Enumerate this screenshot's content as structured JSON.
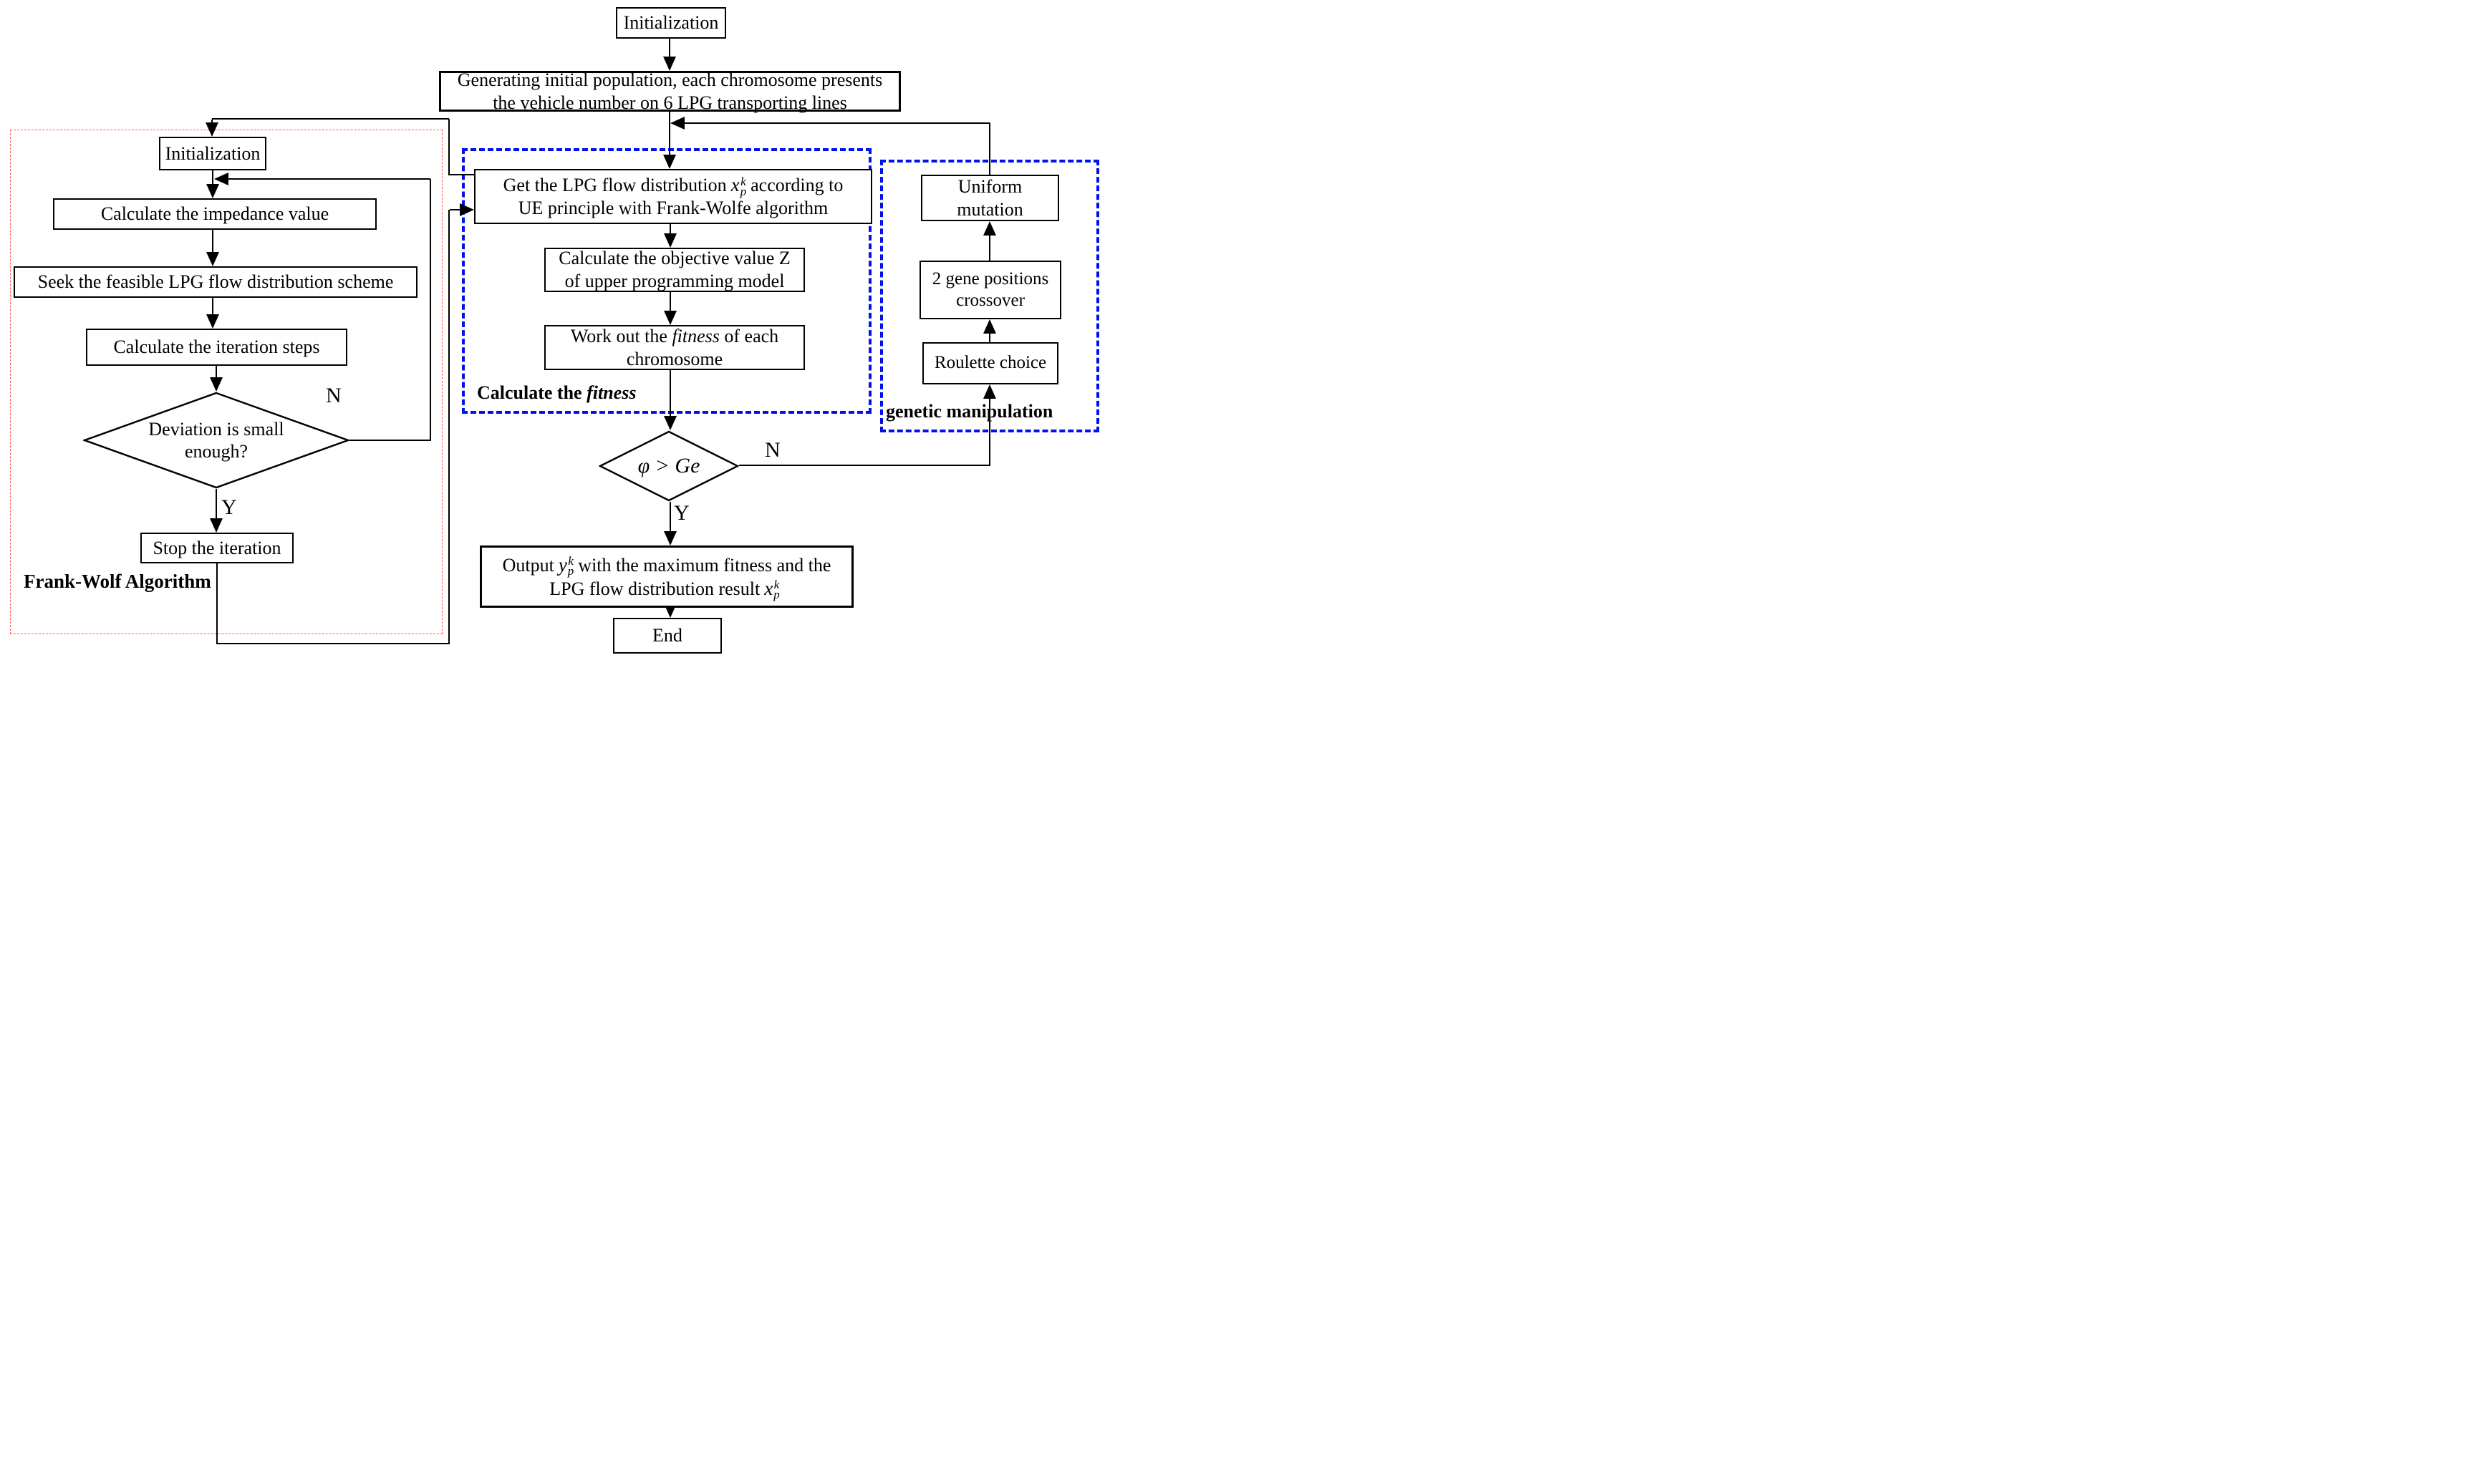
{
  "flow": {
    "top_init": "Initialization",
    "generating": {
      "line1": "Generating initial population, each chromosome presents",
      "line2": "the vehicle number on 6 LPG transporting lines"
    }
  },
  "frank_wolf": {
    "title": "Frank-Wolf Algorithm",
    "init": "Initialization",
    "impedance": "Calculate  the impedance value",
    "seek": "Seek the feasible LPG flow distribution scheme",
    "iteration": "Calculate the iteration steps",
    "deviation": {
      "line1": "Deviation is small",
      "line2": "enough?"
    },
    "stop": "Stop the iteration",
    "no_label": "N",
    "yes_label": "Y"
  },
  "fitness_block": {
    "title_pre": "Calculate the ",
    "title_italic": "fitness",
    "get": {
      "line1_pre": "Get the LPG flow distribution",
      "math_base": "x",
      "math_sup": "k",
      "math_sub": "p",
      "line1_post": "according to",
      "line2": "UE principle with Frank-Wolfe algorithm"
    },
    "objective": {
      "line1": "Calculate the objective value Z",
      "line2": "of upper programming model"
    },
    "work": {
      "line1_pre": "Work out the ",
      "line1_italic": "fitness",
      "line1_post": " of each",
      "line2": "chromosome"
    }
  },
  "decision": {
    "condition": "φ > Ge",
    "no_label": "N",
    "yes_label": "Y"
  },
  "output_box": {
    "line1_pre": "Output",
    "math1_base": "y",
    "math1_sup": "k",
    "math1_sub": "p",
    "line1_post": "with the maximum fitness and the",
    "line2_pre": "LPG flow distribution result",
    "math2_base": "x",
    "math2_sup": "k",
    "math2_sub": "p"
  },
  "end_label": "End",
  "genetic": {
    "title": "genetic manipulation",
    "mutation": {
      "line1": "Uniform",
      "line2": "mutation"
    },
    "crossover": {
      "line1": "2 gene positions",
      "line2": "crossover"
    },
    "roulette": "Roulette choice"
  },
  "colors": {
    "line": "#000000",
    "frank_wolf_border": "#ff5555",
    "fitness_border": "#0010ee",
    "genetic_border": "#0010ee"
  }
}
